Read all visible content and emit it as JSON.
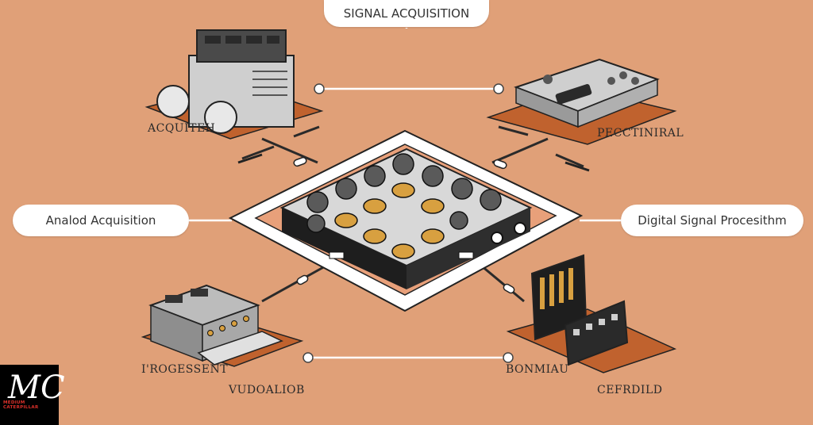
{
  "callouts": {
    "top": "SIGNAL ACQUISITION",
    "left": "Analod Acquisition",
    "right": "Digital Signal Procesithm"
  },
  "device_labels": {
    "top_left": "ACQUITEH",
    "top_right": "PECCTINIRAL",
    "bottom_left_1": "I'ROGESSENT",
    "bottom_left_2": "VUDOALIOB",
    "bottom_right_1": "BONMIAU",
    "bottom_right_2": "CEFRDILD"
  },
  "logo": {
    "mark": "MC",
    "subtext": "MEDIUM CATERPILLAR"
  },
  "colors": {
    "background": "#e0a078",
    "platform": "#c0622e",
    "device_dark": "#1e1e1e",
    "accent": "#d8a040"
  }
}
